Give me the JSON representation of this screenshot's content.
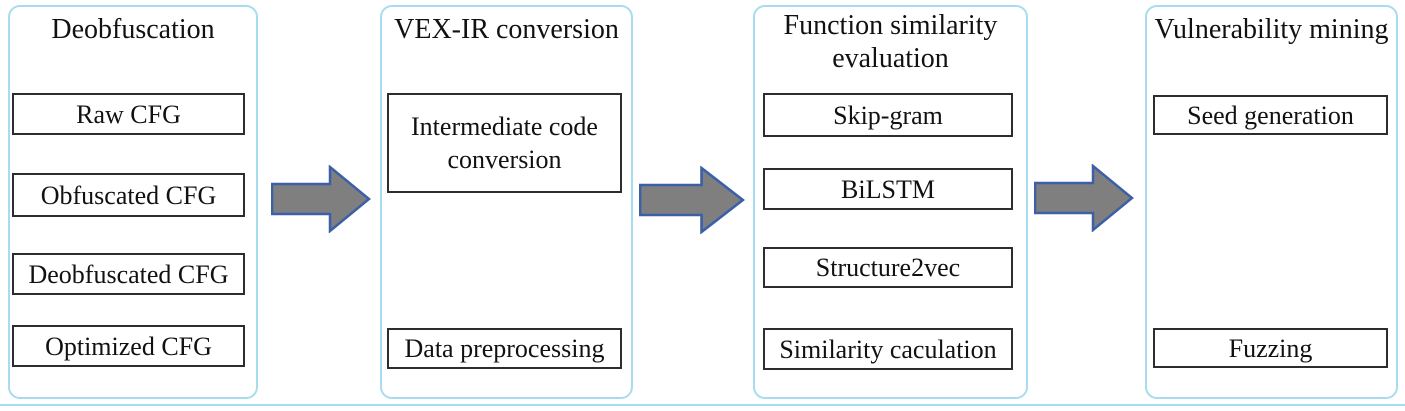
{
  "figure": {
    "background": "#ffffff",
    "panel_border_color": "#a7dcee",
    "box_border_color": "#2d2d2d",
    "text_color": "#111111",
    "arrow_fill": "#7f7f7f",
    "arrow_stroke": "#3c5fa7",
    "bottom_rule_color": "#a7dcee"
  },
  "panels": [
    {
      "title": "Deobfuscation",
      "boxes": [
        "Raw CFG",
        "Obfuscated CFG",
        "Deobfuscated CFG",
        "Optimized CFG"
      ]
    },
    {
      "title": "VEX-IR conversion",
      "boxes": [
        "Intermediate code conversion",
        "Data preprocessing"
      ]
    },
    {
      "title": "Function similarity evaluation",
      "boxes": [
        "Skip-gram",
        "BiLSTM",
        "Structure2vec",
        "Similarity caculation"
      ]
    },
    {
      "title": "Vulnerability mining",
      "boxes": [
        "Seed generation",
        "Fuzzing"
      ]
    }
  ]
}
